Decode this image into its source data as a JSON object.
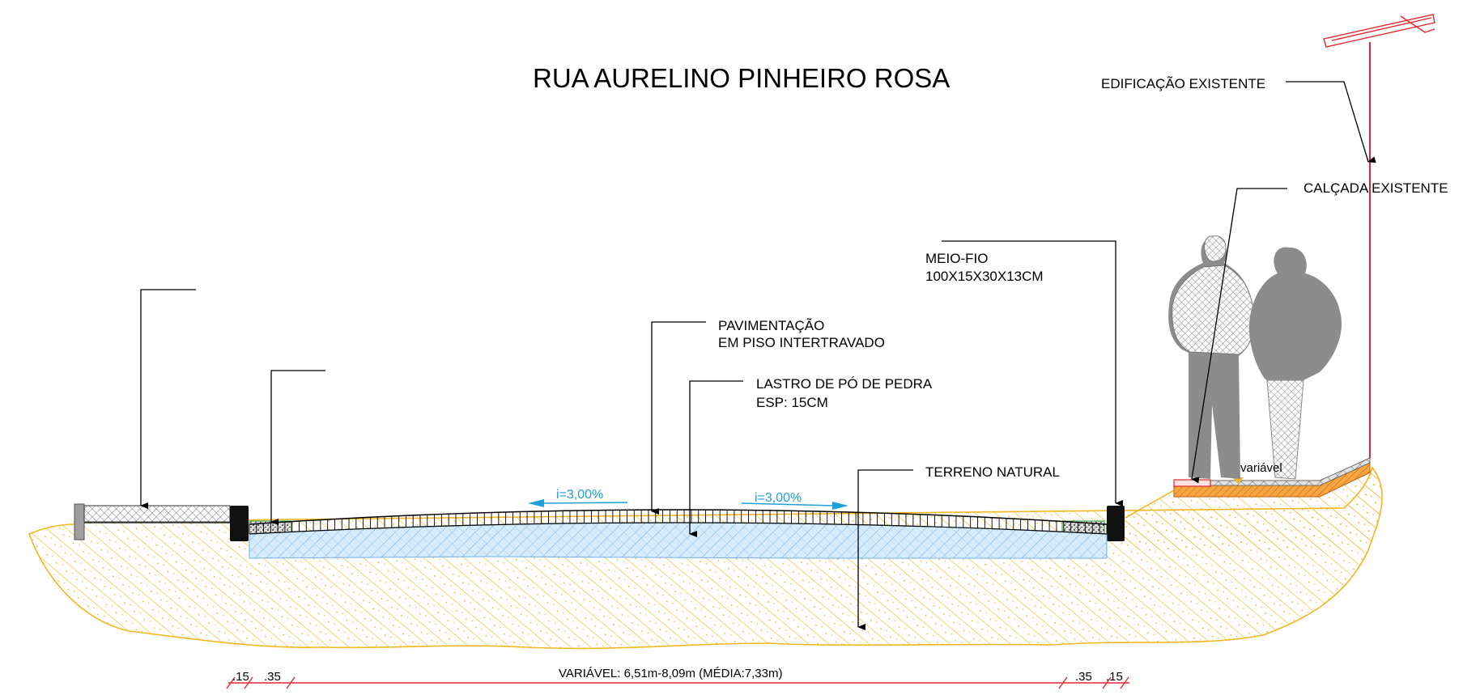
{
  "title": "RUA AURELINO PINHEIRO ROSA",
  "labels": {
    "existing_building": "EDIFICAÇÃO EXISTENTE",
    "existing_sidewalk": "CALÇADA  EXISTENTE",
    "curb_line1": "MEIO-FIO",
    "curb_line2": "100X15X30X13CM",
    "paving_line1": "PAVIMENTAÇÃO",
    "paving_line2": "EM PISO INTERTRAVADO",
    "base_line1": "LASTRO DE PÓ DE PEDRA",
    "base_line2": "ESP: 15CM",
    "natural_ground": "TERRENO NATURAL",
    "variable": "variável"
  },
  "slopes": {
    "left": "i=3,00%",
    "right": "i=3,00%"
  },
  "dimensions": {
    "left_outer": ".15",
    "left_inner": ".35",
    "center": "VARIÁVEL: 6,51m-8,09m (MÉDIA:7,33m)",
    "right_inner": ".35",
    "right_outer": ".15"
  },
  "colors": {
    "soil": "#f2b822",
    "base": "#8fc3ef",
    "dimension": "#e0282e",
    "slope_arrow": "#1ea0d8",
    "sidewalk_fill": "#f08c1e",
    "figure": "#8c8c8c",
    "curb": "#111111"
  }
}
